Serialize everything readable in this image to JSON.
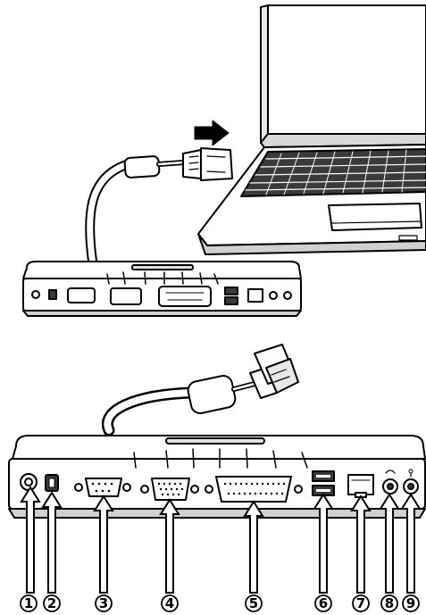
{
  "callouts": [
    {
      "label": "1",
      "symbol": "①",
      "part": "power-port"
    },
    {
      "label": "2",
      "symbol": "②",
      "part": "security-slot"
    },
    {
      "label": "3",
      "symbol": "③",
      "part": "serial-port"
    },
    {
      "label": "4",
      "symbol": "④",
      "part": "vga-port"
    },
    {
      "label": "5",
      "symbol": "⑤",
      "part": "parallel-port"
    },
    {
      "label": "6",
      "symbol": "⑥",
      "part": "usb-ports"
    },
    {
      "label": "7",
      "symbol": "⑦",
      "part": "ethernet-port"
    },
    {
      "label": "8",
      "symbol": "⑧",
      "part": "audio-jack"
    },
    {
      "label": "9",
      "symbol": "⑨",
      "part": "microphone-jack"
    }
  ],
  "icons": {
    "arrow": "arrow-right-icon",
    "laptop": "laptop-icon",
    "dock": "docking-station-icon"
  },
  "colors": {
    "line": "#000000",
    "fill": "#ffffff",
    "shade": "#d8d8d8",
    "dark": "#3a3a3a"
  }
}
